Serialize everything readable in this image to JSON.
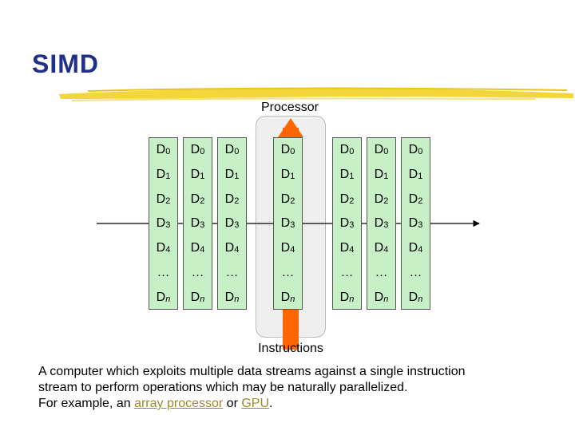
{
  "title": "SIMD",
  "processor_label": "Processor",
  "instructions_label": "Instructions",
  "column_cells": [
    {
      "base": "D",
      "sub": "0",
      "italic": false
    },
    {
      "base": "D",
      "sub": "1",
      "italic": false
    },
    {
      "base": "D",
      "sub": "2",
      "italic": false
    },
    {
      "base": "D",
      "sub": "3",
      "italic": false
    },
    {
      "base": "D",
      "sub": "4",
      "italic": false
    },
    {
      "base": "…",
      "sub": "",
      "italic": false
    },
    {
      "base": "D",
      "sub": "n",
      "italic": true
    }
  ],
  "description": {
    "line1": "A computer which exploits multiple data streams against a single instruction",
    "line2": "stream to perform operations which may be naturally parallelized.",
    "line3_prefix": "For example, an ",
    "link1": "array processor",
    "line3_middle": " or ",
    "link2": "GPU",
    "line3_suffix": "."
  },
  "colors": {
    "title": "#1f2f8c",
    "brush": "#f2d63a",
    "data_cell_fill": "#c7f0c7",
    "instruction_arrow": "#ff6600",
    "link": "#9b8b2a"
  }
}
